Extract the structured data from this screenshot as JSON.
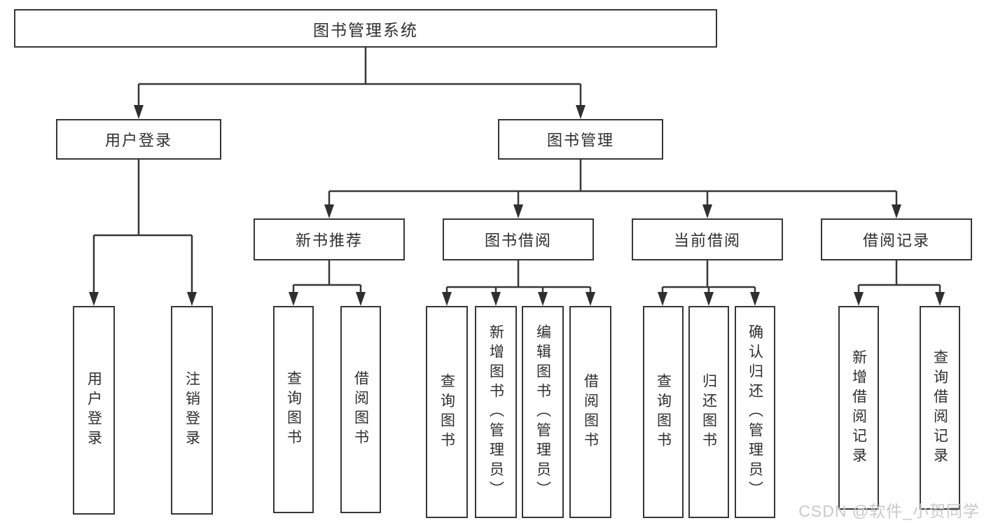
{
  "root": {
    "label": "图书管理系统"
  },
  "user_login": {
    "label": "用户登录",
    "children": [
      {
        "label": "用户登录"
      },
      {
        "label": "注销登录"
      }
    ]
  },
  "book_mgmt": {
    "label": "图书管理",
    "sections": [
      {
        "label": "新书推荐",
        "children": [
          {
            "label": "查询图书"
          },
          {
            "label": "借阅图书"
          }
        ]
      },
      {
        "label": "图书借阅",
        "children": [
          {
            "label": "查询图书"
          },
          {
            "label": "新增图书（管理员）"
          },
          {
            "label": "编辑图书（管理员）"
          },
          {
            "label": "借阅图书"
          }
        ]
      },
      {
        "label": "当前借阅",
        "children": [
          {
            "label": "查询图书"
          },
          {
            "label": "归还图书"
          },
          {
            "label": "确认归还（管理员）"
          }
        ]
      },
      {
        "label": "借阅记录",
        "children": [
          {
            "label": "新增借阅记录"
          },
          {
            "label": "查询借阅记录"
          }
        ]
      }
    ]
  },
  "watermark": {
    "text": "CSDN @软件_小贺同学"
  },
  "colors": {
    "line": "#373737",
    "box_border": "#373737",
    "text": "#2f2f2f",
    "background": "#ffffff",
    "watermark": "#c9c9c9"
  }
}
